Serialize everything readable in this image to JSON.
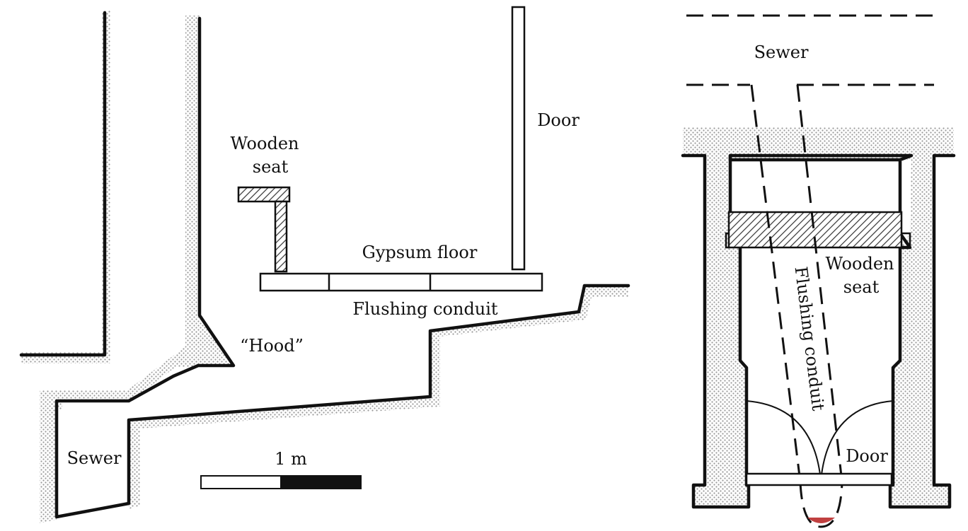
{
  "side_section": {
    "labels": {
      "wooden_seat_line1": "Wooden",
      "wooden_seat_line2": "seat",
      "door": "Door",
      "gypsum_floor": "Gypsum floor",
      "flushing_conduit": "Flushing conduit",
      "hood": "“Hood”",
      "sewer": "Sewer"
    },
    "scale_bar": {
      "label": "1 m"
    }
  },
  "plan_view": {
    "labels": {
      "sewer": "Sewer",
      "wooden_seat_line1": "Wooden",
      "wooden_seat_line2": "seat",
      "flushing_conduit": "Flushing conduit",
      "door": "Door"
    },
    "colors": {
      "water": "#c04040"
    }
  },
  "colors": {
    "line": "#111111",
    "stipple": "#9a9a9a",
    "hatch": "#333333",
    "background": "#ffffff",
    "scale_bar_dark": "#111111"
  }
}
